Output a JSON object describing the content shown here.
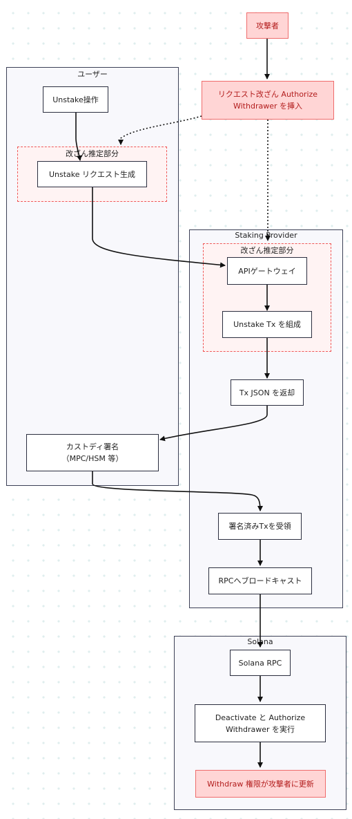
{
  "groups": {
    "user": {
      "title": "ユーザー"
    },
    "provider": {
      "title": "Staking Provider"
    },
    "solana": {
      "title": "Solana"
    },
    "user_tamper": {
      "title": "改ざん推定部分"
    },
    "provider_tamper": {
      "title": "改ざん推定部分"
    }
  },
  "nodes": {
    "attacker": "攻撃者",
    "inject": "リクエスト改ざん Authorize Withdrawer を挿入",
    "unstake_op": "Unstake操作",
    "unstake_req": "Unstake リクエスト生成",
    "api_gateway": "APIゲートウェイ",
    "build_tx": "Unstake Tx を組成",
    "return_json": "Tx JSON を返却",
    "custody_sign": "カストディ署名（MPC/HSM 等）",
    "receive_signed": "署名済みTxを受領",
    "broadcast": "RPCへブロードキャスト",
    "solana_rpc": "Solana RPC",
    "execute": "Deactivate と Authorize Withdrawer を実行",
    "withdraw_updated": "Withdraw 権限が攻撃者に更新"
  },
  "colors": {
    "attack_fill": "#ffd5d5",
    "attack_border": "#ef6b6b",
    "attack_text": "#b21c1c",
    "tamper_border": "#ef5656",
    "tamper_fill": "#fff3f3",
    "group_border": "#3b3f55",
    "group_fill": "#f8f8fc"
  }
}
